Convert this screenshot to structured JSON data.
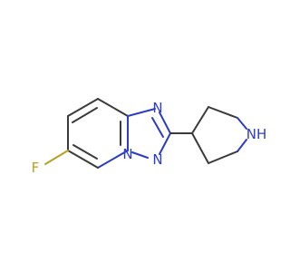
{
  "molecule": {
    "atoms": {
      "fluorine": {
        "label": "F",
        "color": "#b8a020"
      },
      "n_bridge": {
        "label": "N",
        "color": "#2b3cc8"
      },
      "n_triazole_upper": {
        "label": "N",
        "color": "#2b3cc8"
      },
      "n_triazole_lower": {
        "label": "N",
        "color": "#2b3cc8"
      },
      "nh_piperidine": {
        "label": "NH",
        "color": "#2b3cc8"
      }
    },
    "bond_color": "#3a3a3a"
  }
}
